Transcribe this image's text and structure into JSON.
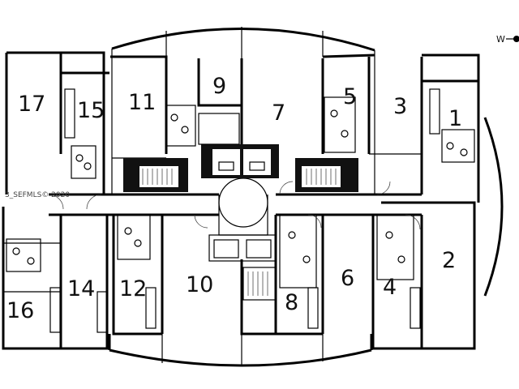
{
  "watermark": "3_SEFMLS© 2020",
  "compass": {
    "west": "W"
  },
  "units": [
    {
      "id": "u17",
      "label": "17"
    },
    {
      "id": "u15",
      "label": "15"
    },
    {
      "id": "u11",
      "label": "11"
    },
    {
      "id": "u9",
      "label": "9"
    },
    {
      "id": "u7",
      "label": "7"
    },
    {
      "id": "u5",
      "label": "5"
    },
    {
      "id": "u3",
      "label": "3"
    },
    {
      "id": "u1",
      "label": "1"
    },
    {
      "id": "u16",
      "label": "16"
    },
    {
      "id": "u14",
      "label": "14"
    },
    {
      "id": "u12",
      "label": "12"
    },
    {
      "id": "u10",
      "label": "10"
    },
    {
      "id": "u8",
      "label": "8"
    },
    {
      "id": "u6",
      "label": "6"
    },
    {
      "id": "u4",
      "label": "4"
    },
    {
      "id": "u2",
      "label": "2"
    }
  ]
}
